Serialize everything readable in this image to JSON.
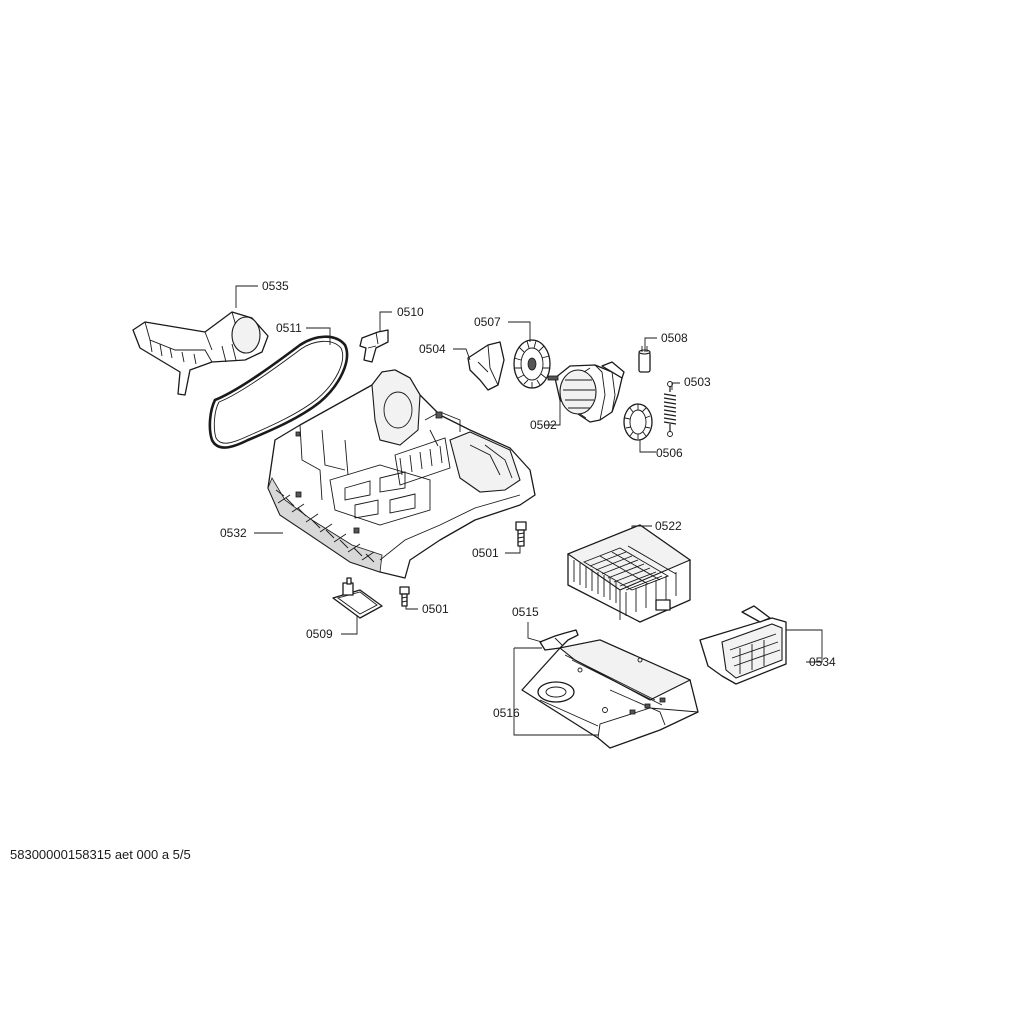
{
  "callouts": {
    "c0535": "0535",
    "c0511": "0511",
    "c0510": "0510",
    "c0507": "0507",
    "c0508": "0508",
    "c0504": "0504",
    "c0503": "0503",
    "c0502": "0502",
    "c0506": "0506",
    "c0532": "0532",
    "c0522": "0522",
    "c0501a": "0501",
    "c0501b": "0501",
    "c0509": "0509",
    "c0515": "0515",
    "c0534": "0534",
    "c0516": "0516"
  },
  "footer": {
    "document_id": "58300000158315 aet 000 a 5/5"
  }
}
